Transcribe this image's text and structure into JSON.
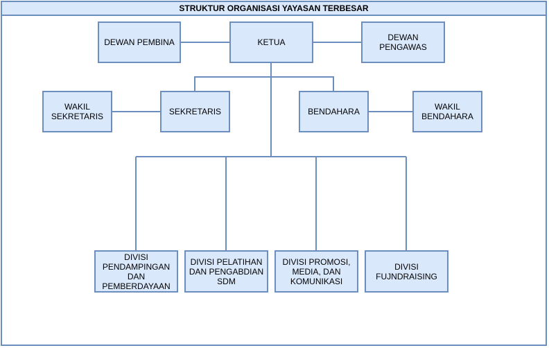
{
  "title": "STRUKTUR ORGANISASI YAYASAN TERBESAR",
  "nodes": {
    "dewan_pembina": "DEWAN PEMBINA",
    "ketua": "KETUA",
    "dewan_pengawas": "DEWAN PENGAWAS",
    "wakil_sekretaris": "WAKIL\nSEKRETARIS",
    "sekretaris": "SEKRETARIS",
    "bendahara": "BENDAHARA",
    "wakil_bendahara": "WAKIL\nBENDAHARA",
    "divisi_pendampingan": "DIVISI\nPENDAMPINGAN\nDAN\nPEMBERDAYAAN",
    "divisi_pelatihan": "DIVISI PELATIHAN\nDAN PENGABDIAN\nSDM",
    "divisi_promosi": "DIVISI PROMOSI,\nMEDIA, DAN\nKOMUNIKASI",
    "divisi_fundraising": "DIVISI\nFUJNDRAISING"
  },
  "colors": {
    "fill": "#dae8fc",
    "stroke": "#6c8ebf"
  }
}
